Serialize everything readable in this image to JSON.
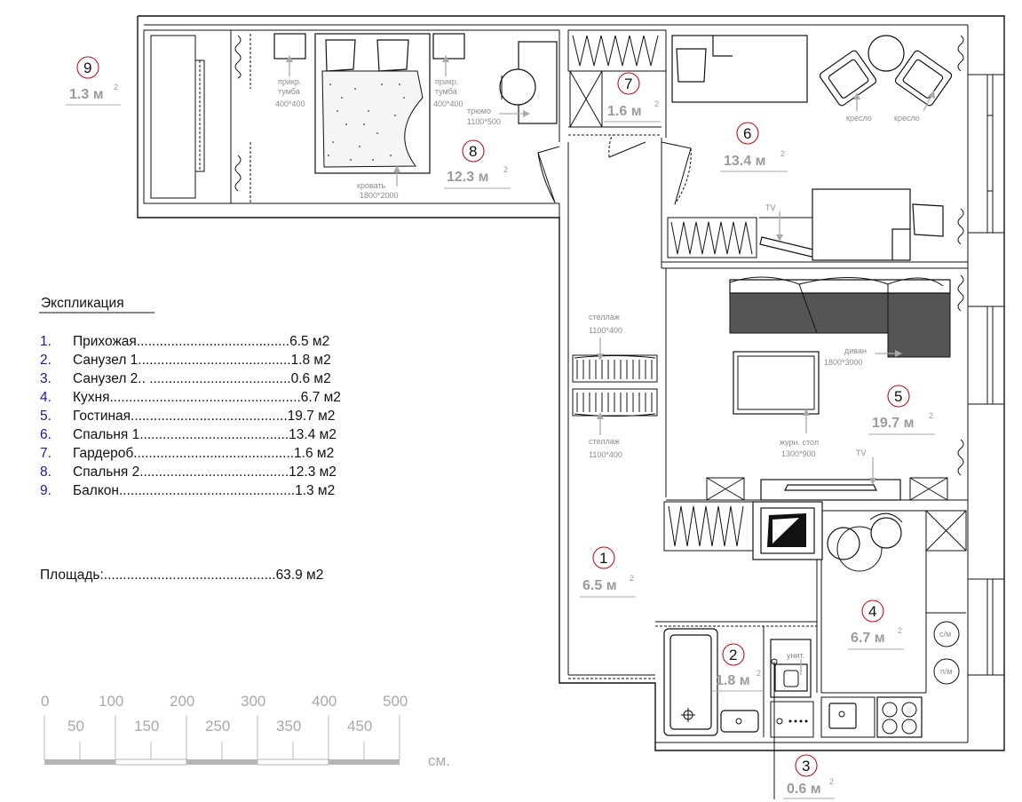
{
  "rooms": [
    {
      "num": "1",
      "area": "6.5 м",
      "sup": "2"
    },
    {
      "num": "2",
      "area": "1.8 м",
      "sup": "2"
    },
    {
      "num": "3",
      "area": "0.6 м",
      "sup": "2"
    },
    {
      "num": "4",
      "area": "6.7 м",
      "sup": "2"
    },
    {
      "num": "5",
      "area": "19.7 м",
      "sup": "2"
    },
    {
      "num": "6",
      "area": "13.4 м",
      "sup": "2"
    },
    {
      "num": "7",
      "area": "1.6 м",
      "sup": "2"
    },
    {
      "num": "8",
      "area": "12.3 м",
      "sup": "2"
    },
    {
      "num": "9",
      "area": "1.3 м",
      "sup": "2"
    }
  ],
  "furniture": {
    "nightstand_left": [
      "прикр.",
      "тумба",
      "400*400"
    ],
    "nightstand_right": [
      "прикр.",
      "тумба",
      "400*400"
    ],
    "bed": [
      "кровать",
      "1800*2000"
    ],
    "trumo": [
      "трюмо",
      "1100*500"
    ],
    "chair_left": "кресло",
    "chair_right": "кресло",
    "tv_bedroom": "TV",
    "tv_living": "TV",
    "shelf_top": [
      "стеллаж",
      "1100*400"
    ],
    "shelf_bottom": [
      "стеллаж",
      "1100*400"
    ],
    "sofa": [
      "диван",
      "1800*3000"
    ],
    "coffee_table": [
      "журн. стол",
      "1300*900"
    ],
    "toilet": "унит.",
    "hob_label": "с/м",
    "dishwasher_label": "п/м"
  },
  "legend": {
    "title": "Экспликация",
    "items": [
      {
        "n": "1.",
        "text": "Прихожая........................................6.5 м2"
      },
      {
        "n": "2.",
        "text": "Санузел 1........................................1.8 м2"
      },
      {
        "n": "3.",
        "text": "Санузел 2.. .....................................0.6 м2"
      },
      {
        "n": "4.",
        "text": "Кухня..................................................6.7 м2"
      },
      {
        "n": "5.",
        "text": "Гостиная.........................................19.7 м2"
      },
      {
        "n": "6.",
        "text": "Спальня 1.......................................13.4 м2"
      },
      {
        "n": "7.",
        "text": "Гардероб..........................................1.6 м2"
      },
      {
        "n": "8.",
        "text": "Спальня 2.......................................12.3 м2"
      },
      {
        "n": "9.",
        "text": "Балкон..............................................1.3 м2"
      }
    ],
    "total": "Площадь:.............................................63.9 м2"
  },
  "scale": {
    "top": [
      "0",
      "100",
      "200",
      "300",
      "400",
      "500"
    ],
    "bottom": [
      "50",
      "150",
      "250",
      "350",
      "450"
    ],
    "unit": "см."
  },
  "colors": {
    "circle": "#c0101a",
    "area": "#9b9b9b",
    "legend_num": "#1a1aa0"
  }
}
